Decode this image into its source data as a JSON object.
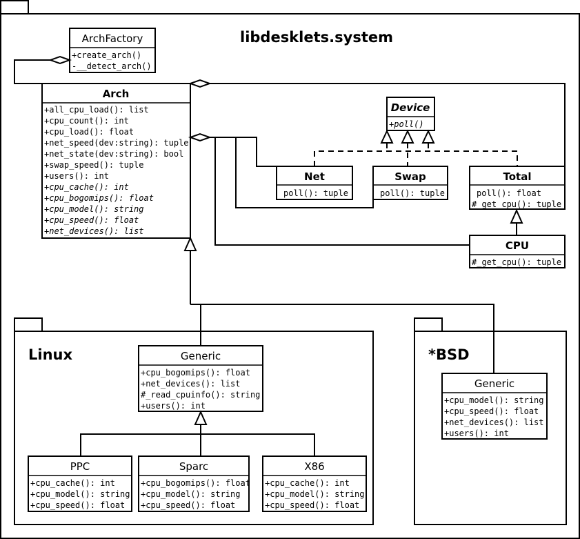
{
  "package_system": {
    "title": "libdesklets.system"
  },
  "package_linux": {
    "title": "Linux"
  },
  "package_bsd": {
    "title": "*BSD"
  },
  "classes": {
    "arch_factory": {
      "name": "ArchFactory",
      "members": [
        "+create_arch()",
        "-__detect_arch()"
      ]
    },
    "arch": {
      "name": "Arch",
      "members": [
        "+all_cpu_load(): list",
        "+cpu_count(): int",
        "+cpu_load(): float",
        "+net_speed(dev:string): tuple",
        "+net_state(dev:string): bool",
        "+swap_speed(): tuple",
        "+users(): int"
      ],
      "abstract_members": [
        "+cpu_cache(): int",
        "+cpu_bogomips(): float",
        "+cpu_model(): string",
        "+cpu_speed(): float",
        "+net_devices(): list"
      ]
    },
    "device": {
      "name": "Device",
      "abstract_members": [
        "+poll()"
      ]
    },
    "net": {
      "name": "Net",
      "members": [
        "poll(): tuple"
      ]
    },
    "swap": {
      "name": "Swap",
      "members": [
        "poll(): tuple"
      ]
    },
    "total": {
      "name": "Total",
      "members": [
        "poll(): float",
        "#_get_cpu(): tuple"
      ]
    },
    "cpu": {
      "name": "CPU",
      "members": [
        "#_get_cpu(): tuple"
      ]
    },
    "linux_generic": {
      "name": "Generic",
      "members": [
        "+cpu_bogomips(): float",
        "+net_devices(): list",
        "#_read_cpuinfo(): string",
        "+users(): int"
      ]
    },
    "ppc": {
      "name": "PPC",
      "members": [
        "+cpu_cache(): int",
        "+cpu_model(): string",
        "+cpu_speed(): float"
      ]
    },
    "sparc": {
      "name": "Sparc",
      "members": [
        "+cpu_bogomips(): float",
        "+cpu_model(): string",
        "+cpu_speed(): float"
      ]
    },
    "x86": {
      "name": "X86",
      "members": [
        "+cpu_cache(): int",
        "+cpu_model(): string",
        "+cpu_speed(): float"
      ]
    },
    "bsd_generic": {
      "name": "Generic",
      "members": [
        "+cpu_model(): string",
        "+cpu_speed(): float",
        "+net_devices(): list",
        "+users(): int"
      ]
    }
  }
}
